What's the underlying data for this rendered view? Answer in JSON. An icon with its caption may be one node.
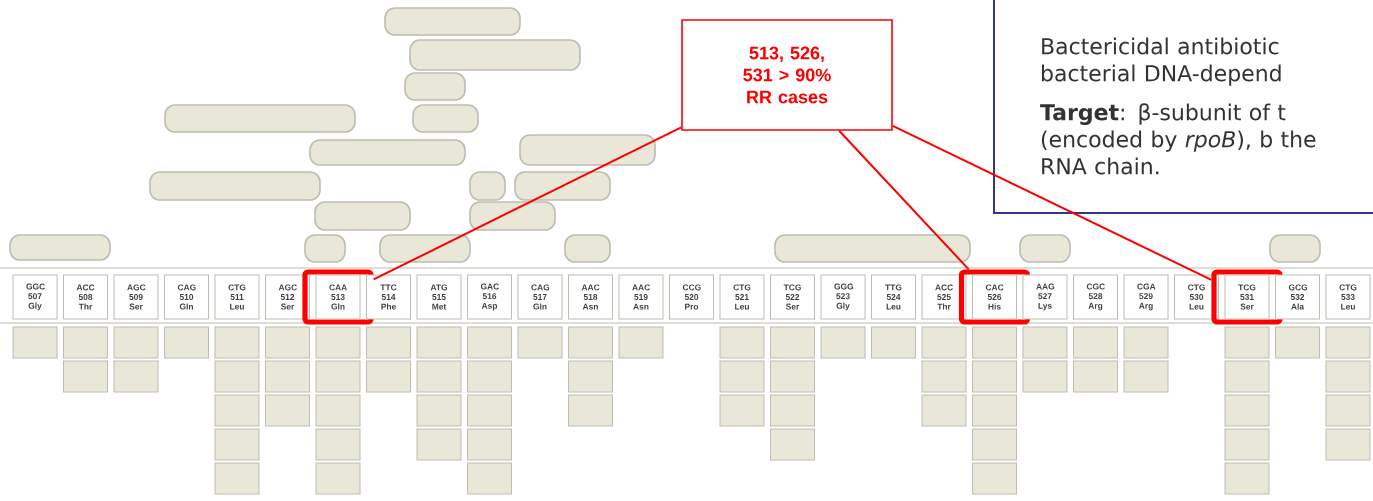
{
  "diagram": {
    "nodes": [
      {
        "text": [
          "513, 526, 531 > 90% RR cases"
        ]
      },
      {
        "text": [
          "Bactericidal antibiotic bacterial DNA-depend",
          "**Target**: β-subunit of t (encoded by *rpoB*), b the RNA chain."
        ]
      },
      {
        "text": [],
        "shape": "box"
      },
      {
        "text": [],
        "shape": "box"
      },
      {
        "text": [],
        "shape": "box"
      },
      {
        "text": [],
        "shape": "box"
      },
      {
        "text": [],
        "shape": "box"
      },
      {
        "text": [],
        "shape": "box"
      },
      {
        "text": [],
        "shape": "box"
      },
      {
        "text": [],
        "shape": "box"
      },
      {
        "text": [],
        "shape": "box"
      },
      {
        "text": [],
        "shape": "box"
      },
      {
        "text": [],
        "shape": "box"
      },
      {
        "text": [],
        "shape": "box"
      },
      {
        "text": [],
        "shape": "box"
      },
      {
        "text": [],
        "shape": "box"
      },
      {
        "text": [],
        "shape": "box"
      },
      {
        "text": [],
        "shape": "box"
      },
      {
        "text": [],
        "shape": "box"
      },
      {
        "text": [],
        "shape": "box"
      },
      {
        "text": [],
        "shape": "box"
      },
      {
        "text": [
          "GGC 507 Gly"
        ]
      },
      {
        "text": [
          "ACC 508 Thr"
        ]
      },
      {
        "text": [
          "AGC 509 Ser"
        ]
      },
      {
        "text": [
          "CAG 510 Gln"
        ]
      },
      {
        "text": [
          "CTG 511 Leu"
        ]
      },
      {
        "text": [
          "AGC 512 Ser"
        ]
      },
      {
        "text": [],
        "shape": "frame"
      },
      {
        "text": [
          "CAA 513 Gln"
        ],
        "in": 27
      },
      {
        "text": [
          "TTC 514 Phe"
        ]
      },
      {
        "text": [
          "ATG 515 Met"
        ]
      },
      {
        "text": [
          "GAC 516 Asp"
        ]
      },
      {
        "text": [
          "CAG 517 Gln"
        ]
      },
      {
        "text": [
          "AAC 518 Asn"
        ]
      },
      {
        "text": [
          "AAC 519 Asn"
        ]
      },
      {
        "text": [
          "CCG 520 Pro"
        ]
      },
      {
        "text": [
          "CTG 521 Leu"
        ]
      },
      {
        "text": [
          "TCG 522 Ser"
        ]
      },
      {
        "text": [
          "GGG 523 Gly"
        ]
      },
      {
        "text": [
          "TTG 524 Leu"
        ]
      },
      {
        "text": [
          "ACC 525 Thr"
        ]
      },
      {
        "text": [],
        "shape": "frame"
      },
      {
        "text": [
          "CAC 526 His"
        ],
        "in": 41
      },
      {
        "text": [
          "AAG 527 Lys"
        ]
      },
      {
        "text": [
          "CGC 528 Arg"
        ]
      },
      {
        "text": [
          "CGA 529 Arg"
        ]
      },
      {
        "text": [
          "CTG 530 Leu"
        ]
      },
      {
        "text": [],
        "shape": "frame"
      },
      {
        "text": [
          "TCG 531 Ser"
        ],
        "in": 47
      },
      {
        "text": [
          "GCG 532 Ala"
        ]
      },
      {
        "text": [
          "CTG 533 Leu"
        ]
      },
      {
        "text": [],
        "shape": "box"
      },
      {
        "text": [],
        "shape": "box"
      },
      {
        "text": [],
        "shape": "box"
      },
      {
        "text": [],
        "shape": "box"
      },
      {
        "text": [],
        "shape": "box"
      },
      {
        "text": [],
        "shape": "box"
      },
      {
        "text": [],
        "shape": "box"
      },
      {
        "text": [],
        "shape": "box"
      },
      {
        "text": [],
        "shape": "box"
      },
      {
        "text": [],
        "shape": "box"
      },
      {
        "text": [],
        "shape": "box"
      },
      {
        "text": [],
        "shape": "box"
      },
      {
        "text": [],
        "shape": "box"
      },
      {
        "text": [],
        "shape": "box"
      },
      {
        "text": [],
        "shape": "box"
      },
      {
        "text": [],
        "shape": "box"
      },
      {
        "text": [],
        "shape": "box"
      },
      {
        "text": [],
        "shape": "box"
      },
      {
        "text": [],
        "shape": "box"
      },
      {
        "text": [],
        "shape": "box"
      },
      {
        "text": [],
        "shape": "box"
      },
      {
        "text": [],
        "shape": "box"
      },
      {
        "text": [],
        "shape": "box"
      },
      {
        "text": [],
        "shape": "box"
      },
      {
        "text": [],
        "shape": "box"
      },
      {
        "text": [],
        "shape": "box"
      },
      {
        "text": [],
        "shape": "box"
      },
      {
        "text": [],
        "shape": "box"
      },
      {
        "text": [],
        "shape": "box"
      },
      {
        "text": [],
        "shape": "box"
      },
      {
        "text": [],
        "shape": "box"
      },
      {
        "text": [],
        "shape": "box"
      },
      {
        "text": [],
        "shape": "box"
      },
      {
        "text": [],
        "shape": "box"
      },
      {
        "text": [],
        "shape": "box"
      },
      {
        "text": [],
        "shape": "box"
      },
      {
        "text": [],
        "shape": "box"
      },
      {
        "text": [],
        "shape": "box"
      },
      {
        "text": [],
        "shape": "box"
      },
      {
        "text": [],
        "shape": "box"
      },
      {
        "text": [],
        "shape": "box"
      },
      {
        "text": [],
        "shape": "box"
      },
      {
        "text": [],
        "shape": "box"
      },
      {
        "text": [],
        "shape": "box"
      },
      {
        "text": [],
        "shape": "box"
      },
      {
        "text": [],
        "shape": "box"
      },
      {
        "text": [],
        "shape": "box"
      },
      {
        "text": [],
        "shape": "box"
      },
      {
        "text": [],
        "shape": "box"
      },
      {
        "text": [],
        "shape": "box"
      },
      {
        "text": [],
        "shape": "box"
      },
      {
        "text": [],
        "shape": "box"
      },
      {
        "text": [],
        "shape": "box"
      },
      {
        "text": [],
        "shape": "box"
      },
      {
        "text": [],
        "shape": "box"
      },
      {
        "text": [],
        "shape": "box"
      },
      {
        "text": [],
        "shape": "box"
      },
      {
        "text": [],
        "shape": "box"
      },
      {
        "text": [],
        "shape": "box"
      },
      {
        "text": [],
        "shape": "box"
      },
      {
        "text": [],
        "shape": "box"
      },
      {
        "text": [],
        "shape": "box"
      },
      {
        "text": [],
        "shape": "box"
      },
      {
        "text": [],
        "shape": "box"
      },
      {
        "text": [],
        "shape": "box"
      },
      {
        "text": [],
        "shape": "box"
      },
      {
        "text": [],
        "shape": "box"
      },
      {
        "text": [],
        "shape": "box"
      }
    ],
    "edges": [
      {
        "from": 0,
        "to": 27,
        "arrow": "none"
      },
      {
        "from": 0,
        "to": 41,
        "arrow": "none"
      },
      {
        "from": 0,
        "to": 47,
        "arrow": "none"
      }
    ]
  }
}
